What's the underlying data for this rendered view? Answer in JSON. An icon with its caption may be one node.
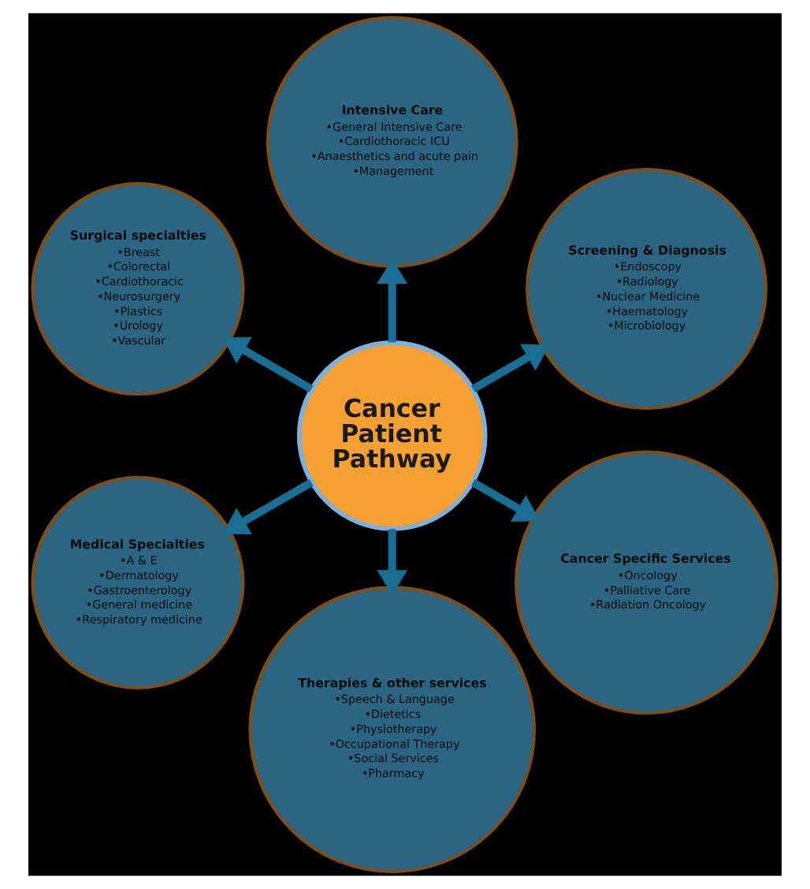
{
  "diagram": {
    "nodes": [
      {
        "text": [
          "Screening & Diagnosis",
          "•Endoscopy",
          "•Radiology",
          "•Nuclear Medicine",
          "•Haematology",
          "•Microbiology"
        ]
      },
      {
        "text": [
          "Intensive Care",
          "•General Intensive Care",
          "•Cardiothoracic ICU",
          "•Anaesthetics and acute pain",
          "•Management"
        ]
      },
      {
        "text": [
          "Surgical specialties",
          "•Breast",
          "•Colorectal",
          "•Cardiothoracic",
          "•Neurosurgery",
          "•Plastics",
          "•Urology",
          "•Vascular"
        ]
      },
      {
        "text": [
          "Cancer Patient Pathway"
        ]
      },
      {
        "text": [
          "Medical Specialties",
          "•A & E",
          "•Dermatology",
          "•Gastroenterology",
          "•General medicine",
          "•Respiratory medicine"
        ]
      },
      {
        "text": [
          "Therapies & other services",
          "•Speech & Language",
          "•Dietetics",
          "•Physiotherapy",
          "•Occupational Therapy",
          "•Social Services",
          "•Pharmacy"
        ]
      },
      {
        "text": [
          "Cancer Specific Services",
          "•Oncology",
          "•Palliative Care",
          "•Radiation Oncology"
        ]
      }
    ],
    "edges": [
      {
        "from": 3,
        "to": 0,
        "arrow": "to"
      },
      {
        "from": 3,
        "to": 2,
        "arrow": "to"
      },
      {
        "from": 3,
        "to": 5,
        "arrow": "to"
      },
      {
        "from": 3,
        "to": 6,
        "arrow": "to"
      },
      {
        "from": 3,
        "to": 4,
        "arrow": "to"
      },
      {
        "from": 3,
        "to": 1,
        "arrow": "to"
      }
    ]
  }
}
